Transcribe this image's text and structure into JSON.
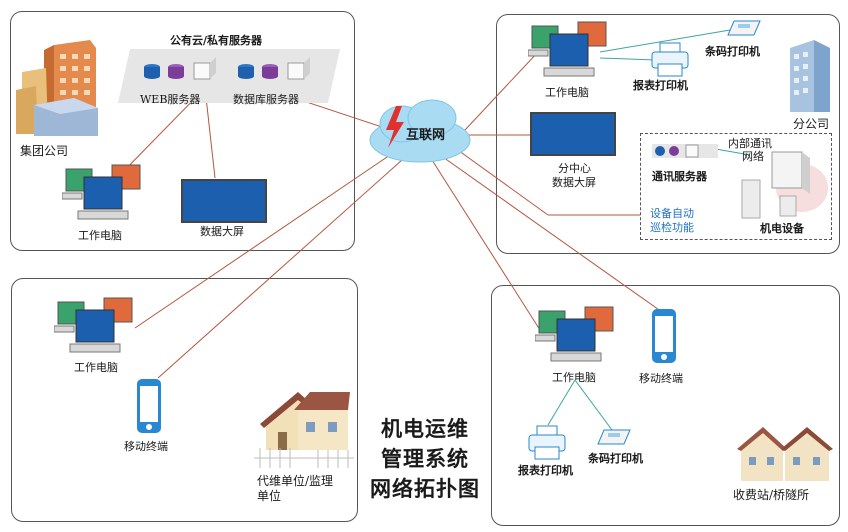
{
  "title_lines": [
    "机电运维",
    "管理系统",
    "网络拓扑图"
  ],
  "internet": {
    "label": "互联网"
  },
  "hq": {
    "company": "集团公司",
    "servers_title": "公有云/私有服务器",
    "web_server": "WEB服务器",
    "db_server": "数据库服务器",
    "workstation": "工作电脑",
    "big_screen": "数据大屏"
  },
  "branch": {
    "company": "分公司",
    "workstation": "工作电脑",
    "report_printer": "报表打印机",
    "barcode_printer": "条码打印机",
    "screen_line1": "分中心",
    "screen_line2": "数据大屏",
    "comm_server": "通讯服务器",
    "internal_net_line1": "内部通讯",
    "internal_net_line2": "网络",
    "auto_check_line1": "设备自动",
    "auto_check_line2": "巡检功能",
    "equipment": "机电设备"
  },
  "contractor": {
    "workstation": "工作电脑",
    "mobile": "移动终端",
    "unit_line1": "代维单位/监理",
    "unit_line2": "单位"
  },
  "toll": {
    "workstation": "工作电脑",
    "mobile": "移动终端",
    "report_printer": "报表打印机",
    "barcode_printer": "条码打印机",
    "site": "收费站/桥隧所"
  },
  "colors": {
    "link": "#b5563f",
    "local_link": "#3aa7a0",
    "screen": "#1b5fae",
    "accent_blue": "#1f72c4"
  }
}
